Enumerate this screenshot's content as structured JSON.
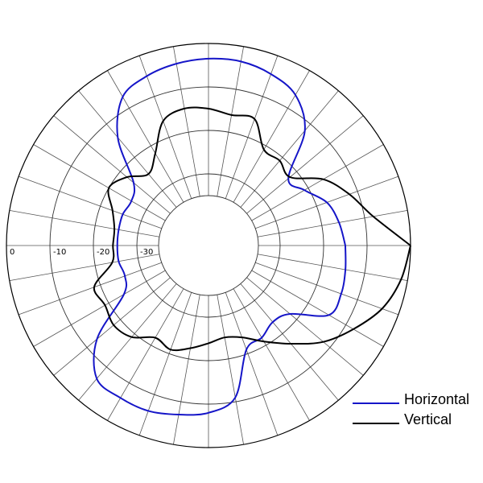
{
  "chart_data": {
    "type": "polar-line",
    "rlim": [
      -35,
      0
    ],
    "r_gridlines": [
      -10,
      -20,
      -30
    ],
    "r_tick_labels": [
      "0",
      "-10",
      "-20",
      "-30"
    ],
    "angular_spokes_deg": 10,
    "grid": true,
    "legend_position": "bottom-right",
    "series": [
      {
        "name": "Horizontal",
        "color": "#1515c8",
        "points": [
          [
            0,
            -15
          ],
          [
            10,
            -14.5
          ],
          [
            20,
            -14
          ],
          [
            30,
            -14.5
          ],
          [
            40,
            -22
          ],
          [
            50,
            -23.5
          ],
          [
            60,
            -22
          ],
          [
            70,
            -21
          ],
          [
            80,
            -11
          ],
          [
            90,
            -8
          ],
          [
            100,
            -7
          ],
          [
            110,
            -6
          ],
          [
            120,
            -6
          ],
          [
            130,
            -6.5
          ],
          [
            140,
            -13
          ],
          [
            150,
            -24
          ],
          [
            160,
            -26
          ],
          [
            170,
            -25.5
          ],
          [
            180,
            -25.5
          ],
          [
            190,
            -25.5
          ],
          [
            200,
            -25.5
          ],
          [
            210,
            -26
          ],
          [
            220,
            -24
          ],
          [
            230,
            -14
          ],
          [
            240,
            -7
          ],
          [
            250,
            -5
          ],
          [
            260,
            -4
          ],
          [
            270,
            -3.5
          ],
          [
            280,
            -3.5
          ],
          [
            290,
            -4.5
          ],
          [
            300,
            -6.5
          ],
          [
            310,
            -12
          ],
          [
            320,
            -22.5
          ],
          [
            330,
            -21
          ],
          [
            340,
            -17.5
          ],
          [
            350,
            -16
          ],
          [
            360,
            -15
          ]
        ]
      },
      {
        "name": "Vertical",
        "color": "#000000",
        "points": [
          [
            0,
            0
          ],
          [
            10,
            -1.5
          ],
          [
            20,
            -4
          ],
          [
            30,
            -8
          ],
          [
            40,
            -12
          ],
          [
            50,
            -17
          ],
          [
            60,
            -21
          ],
          [
            70,
            -24
          ],
          [
            80,
            -25
          ],
          [
            90,
            -24
          ],
          [
            100,
            -22.5
          ],
          [
            110,
            -21
          ],
          [
            120,
            -22
          ],
          [
            130,
            -19
          ],
          [
            140,
            -18
          ],
          [
            150,
            -19
          ],
          [
            160,
            -18.5
          ],
          [
            170,
            -24
          ],
          [
            180,
            -24.5
          ],
          [
            190,
            -24.5
          ],
          [
            200,
            -23
          ],
          [
            210,
            -20
          ],
          [
            220,
            -22
          ],
          [
            230,
            -25
          ],
          [
            240,
            -22
          ],
          [
            250,
            -16
          ],
          [
            260,
            -14.5
          ],
          [
            270,
            -15
          ],
          [
            280,
            -16
          ],
          [
            290,
            -15.5
          ],
          [
            300,
            -21
          ],
          [
            310,
            -21
          ],
          [
            320,
            -22
          ],
          [
            330,
            -16
          ],
          [
            340,
            -12
          ],
          [
            350,
            -8
          ],
          [
            360,
            0
          ]
        ]
      }
    ]
  }
}
